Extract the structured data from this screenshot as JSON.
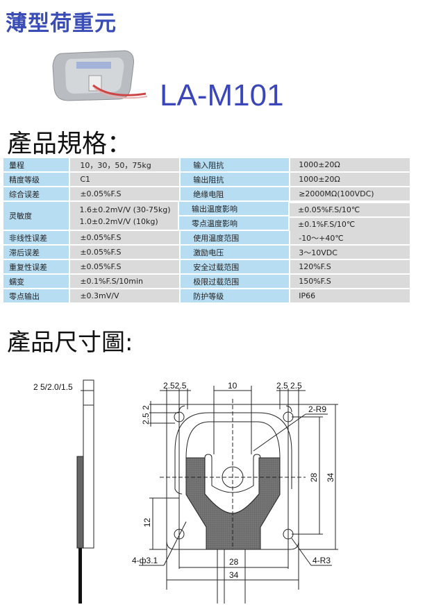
{
  "header": {
    "title": "薄型荷重元",
    "model": "LA-M101"
  },
  "spec_section": {
    "heading": "產品規格："
  },
  "spec_rows": [
    {
      "label1": "量程",
      "value1": [
        "10，30，50，75kg"
      ],
      "pairs": [
        {
          "label": "输入阻抗",
          "value": "1000±20Ω"
        }
      ]
    },
    {
      "label1": "精度等级",
      "value1": [
        "C1"
      ],
      "pairs": [
        {
          "label": "输出阻抗",
          "value": "1000±20Ω"
        }
      ]
    },
    {
      "label1": "综合误差",
      "value1": [
        "±0.05%F.S"
      ],
      "pairs": [
        {
          "label": "绝缘电阻",
          "value": "≥2000MΩ(100VDC)"
        }
      ]
    },
    {
      "label1": "灵敏度",
      "value1": [
        "1.6±0.2mV/V (30-75kg)",
        "1.0±0.2mV/V (10kg)"
      ],
      "pairs": [
        {
          "label": "输出温度影响",
          "value": "±0.05%F.S/10℃"
        },
        {
          "label": "零点温度影响",
          "value": "±0.1%F.S/10℃"
        }
      ]
    },
    {
      "label1": "非线性误差",
      "value1": [
        "±0.05%F.S"
      ],
      "pairs": [
        {
          "label": "使用温度范围",
          "value": "-10～+40℃"
        }
      ]
    },
    {
      "label1": "滞后误差",
      "value1": [
        "±0.05%F.S"
      ],
      "pairs": [
        {
          "label": "激励电压",
          "value": "3～10VDC"
        }
      ]
    },
    {
      "label1": "重复性误差",
      "value1": [
        "±0.05%F.S"
      ],
      "pairs": [
        {
          "label": "安全过载范围",
          "value": "120%F.S"
        }
      ]
    },
    {
      "label1": "蠕变",
      "value1": [
        "±0.1%F.S/10min"
      ],
      "pairs": [
        {
          "label": "极限过载范围",
          "value": "150%F.S"
        }
      ]
    },
    {
      "label1": "零点输出",
      "value1": [
        "±0.3mV/V"
      ],
      "pairs": [
        {
          "label": "防护等级",
          "value": "IP66"
        }
      ]
    }
  ],
  "drawing_section": {
    "heading": "產品尺寸圖:"
  },
  "drawing": {
    "side_thickness": "2 5/2.0/1.5",
    "top_left_dim": "2.52.5",
    "top_center_dim": "10",
    "top_right_dim": "2.5 2.5",
    "radius_large": "2-R9",
    "left_dim_a": "2",
    "left_dim_b": "2.5",
    "height_inner": "28",
    "height_outer": "34",
    "left_dim_c": "12",
    "hole_spec": "4-ф3.1",
    "width_inner": "28",
    "corner_radius": "4-R3",
    "width_outer": "34"
  }
}
